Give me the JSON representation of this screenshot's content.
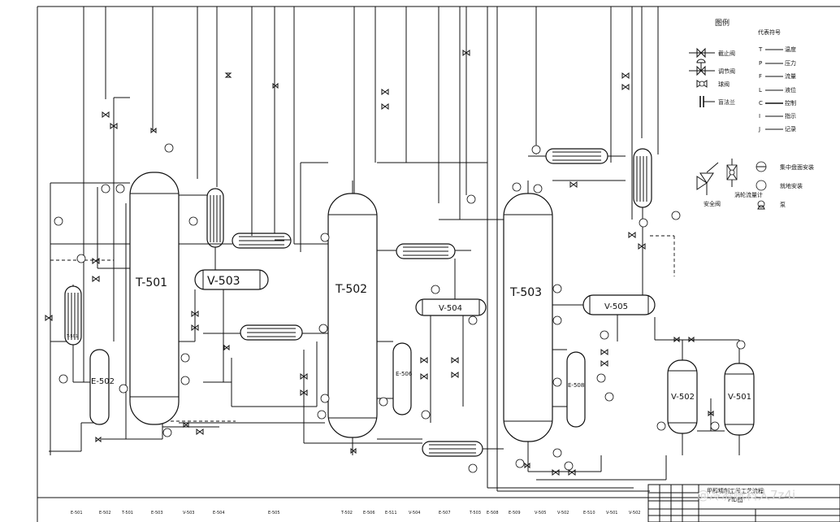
{
  "equipment": {
    "t501": "T-501",
    "t502": "T-502",
    "t503": "T-503",
    "v503": "V-503",
    "v504": "V-504",
    "v505": "V-505",
    "v502": "V-502",
    "v501": "V-501",
    "e502": "E-502",
    "e506": "E-506",
    "e508": "E-508"
  },
  "legend": {
    "title": "图例",
    "code_title": "代表符号",
    "symbols": [
      "截止阀",
      "调节阀",
      "球阀",
      "盲法兰"
    ],
    "codes": [
      {
        "letter": "T",
        "meaning": "温度"
      },
      {
        "letter": "P",
        "meaning": "压力"
      },
      {
        "letter": "F",
        "meaning": "流量"
      },
      {
        "letter": "L",
        "meaning": "液位"
      },
      {
        "letter": "C",
        "meaning": "控制"
      },
      {
        "letter": "I",
        "meaning": "指示"
      },
      {
        "letter": "J",
        "meaning": "记录"
      }
    ],
    "safety_valve": "安全阀",
    "rotameter": "涡轮流量计",
    "central_install": "集中盘面安装",
    "local_install": "就地安装",
    "pump": "泵"
  },
  "bottom_tags": [
    "E-501",
    "E-502",
    "T-501",
    "E-503",
    "V-503",
    "E-504",
    "E-505",
    "T-502",
    "E-506",
    "E-511",
    "V-504",
    "E-507",
    "T-503",
    "E-508",
    "E-509",
    "V-505",
    "V-502",
    "E-510",
    "V-501",
    "V-502"
  ],
  "title_block": {
    "title": "甲醇精制工段工艺流程",
    "subtitle": "PID图"
  },
  "watermark": "@冷凝帐科人7z4i"
}
